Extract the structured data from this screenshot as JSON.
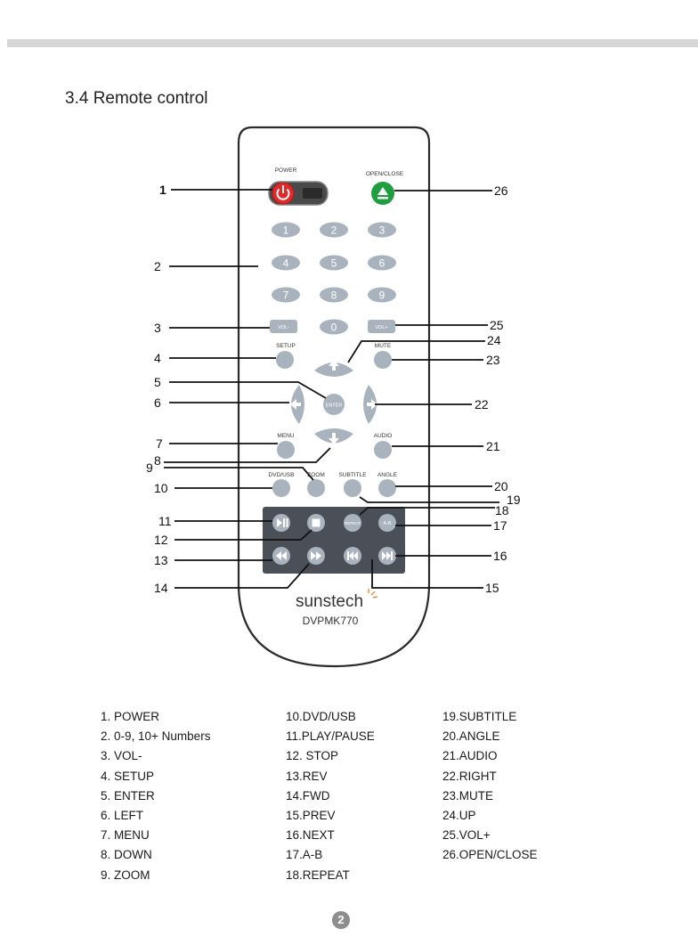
{
  "section_title": "3.4 Remote control",
  "remote": {
    "brand": "sunstech",
    "model": "DVPMK770",
    "labels": {
      "power": "POWER",
      "open_close": "OPEN/CLOSE",
      "setup": "SETUP",
      "mute": "MUTE",
      "menu": "MENU",
      "audio": "AUDIO",
      "dvd_usb": "DVD/USB",
      "zoom": "ZOOM",
      "subtitle": "SUBTITLE",
      "angle": "ANGLE",
      "enter": "ENTER",
      "vol_minus": "VOL-",
      "vol_plus": "VOL+",
      "repeat": "REPEAT",
      "ab": "A-B"
    },
    "digits": [
      "1",
      "2",
      "3",
      "4",
      "5",
      "6",
      "7",
      "8",
      "9",
      "0"
    ]
  },
  "callouts": [
    "1",
    "2",
    "3",
    "4",
    "5",
    "6",
    "7",
    "8",
    "9",
    "10",
    "11",
    "12",
    "13",
    "14",
    "15",
    "16",
    "17",
    "18",
    "19",
    "20",
    "21",
    "22",
    "23",
    "24",
    "25",
    "26"
  ],
  "legend": {
    "col1": [
      "1. POWER",
      "2. 0-9, 10+ Numbers",
      "3. VOL-",
      "4. SETUP",
      "5. ENTER",
      "6. LEFT",
      "7. MENU",
      "8. DOWN",
      "9. ZOOM"
    ],
    "col2": [
      "10.DVD/USB",
      "11.PLAY/PAUSE",
      "12. STOP",
      "13.REV",
      "14.FWD",
      "15.PREV",
      "16.NEXT",
      "17.A-B",
      "18.REPEAT"
    ],
    "col3": [
      "19.SUBTITLE",
      "20.ANGLE",
      "21.AUDIO",
      "22.RIGHT",
      "23.MUTE",
      "24.UP",
      "25.VOL+",
      "26.OPEN/CLOSE"
    ]
  },
  "page_number": "2"
}
